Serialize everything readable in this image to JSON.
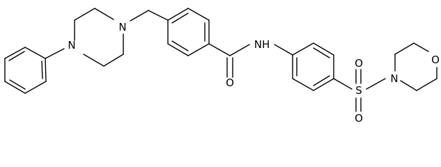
{
  "molecule": {
    "atom_labels": {
      "piperazine_n_upper": "N",
      "piperazine_n_lower": "N",
      "carbonyl_oxygen": "O",
      "amide_nh": "NH",
      "sulfur": "S",
      "sulfonyl_oxygen_upper": "O",
      "sulfonyl_oxygen_lower": "O",
      "morpholine_nitrogen": "N",
      "morpholine_oxygen": "O"
    }
  }
}
